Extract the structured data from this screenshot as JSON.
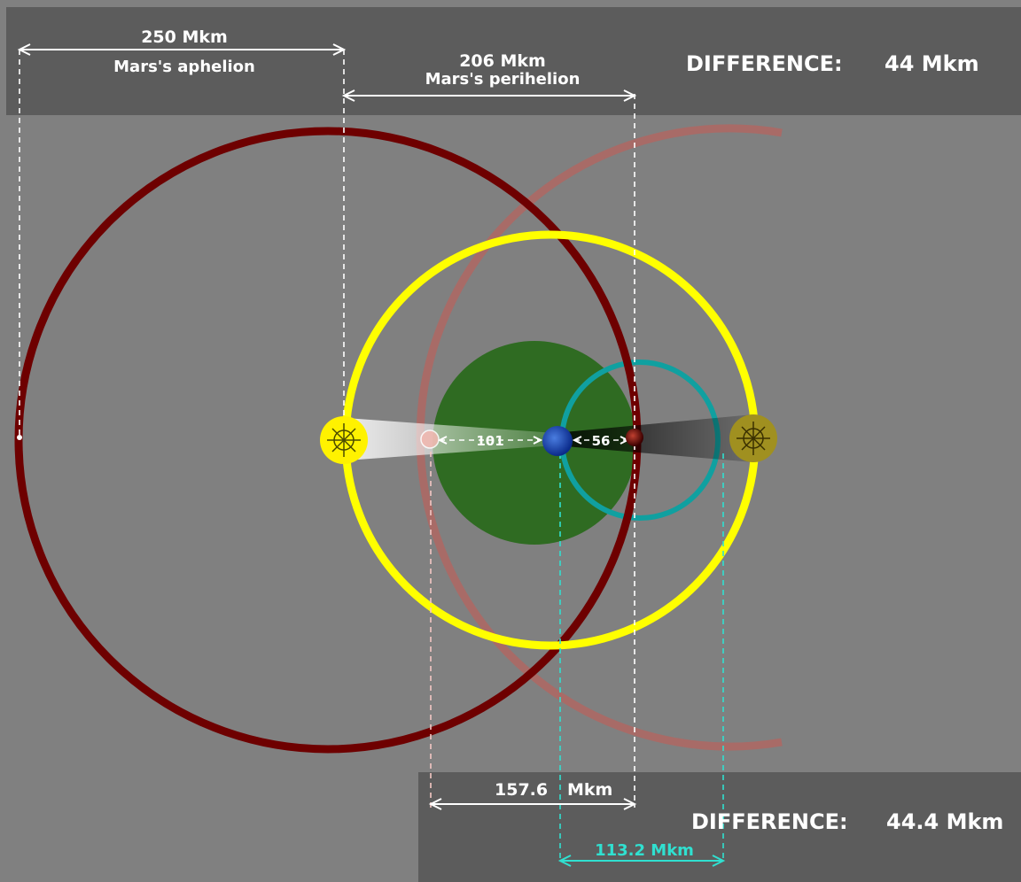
{
  "top_panel": {
    "aphelion_value": "250 Mkm",
    "aphelion_label": "Mars's aphelion",
    "perihelion_value": "206 Mkm",
    "perihelion_label": "Mars's perihelion",
    "difference_label": "DIFFERENCE:",
    "difference_value": "44 Mkm"
  },
  "bottom_panel": {
    "distance_value": "157.6",
    "distance_unit": "Mkm",
    "difference_label": "DIFFERENCE:",
    "difference_value": "44.4 Mkm",
    "cyan_distance": "113.2 Mkm"
  },
  "inner": {
    "left_distance": "101",
    "right_distance": "56"
  },
  "colors": {
    "background": "#808080",
    "panel": "#5c5c5c",
    "mars_orbit": "#6e0000",
    "mars_orbit_faded": "#a86b67",
    "earth_orbit": "#ffff00",
    "green_zone": "#2f6b22",
    "cyan_orbit": "#10a0a0",
    "cyan_text": "#30e0d0"
  }
}
